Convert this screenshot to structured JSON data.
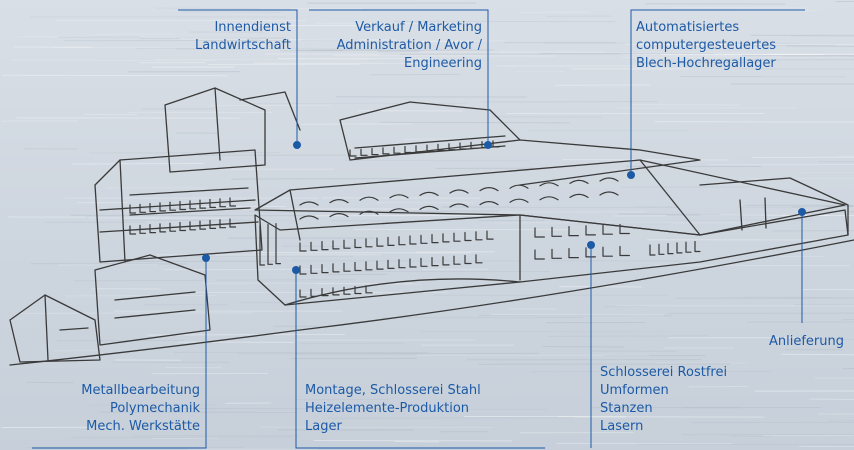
{
  "colors": {
    "label_blue": "#1d5aa6",
    "leader_line": "#1d5aa6",
    "sketch_stroke": "#3a3a3a",
    "background": "#cfd7e0"
  },
  "labels": {
    "innendienst": {
      "lines": [
        "Innendienst",
        "Landwirtschaft"
      ]
    },
    "verkauf": {
      "lines": [
        "Verkauf / Marketing",
        "Administration / Avor /",
        "Engineering"
      ]
    },
    "lager_auto": {
      "lines": [
        "Automatisiertes",
        "computergesteuertes",
        "Blech-Hochregallager"
      ]
    },
    "anlieferung": {
      "lines": [
        "Anlieferung"
      ]
    },
    "metall": {
      "lines": [
        "Metallbearbeitung",
        "Polymechanik",
        "Mech. Werkstätte"
      ]
    },
    "montage": {
      "lines": [
        "Montage, Schlosserei Stahl",
        "Heizelemente-Produktion",
        "Lager"
      ]
    },
    "rostfrei": {
      "lines": [
        "Schlosserei Rostfrei",
        "Umformen",
        "Stanzen",
        "Lasern"
      ]
    }
  }
}
